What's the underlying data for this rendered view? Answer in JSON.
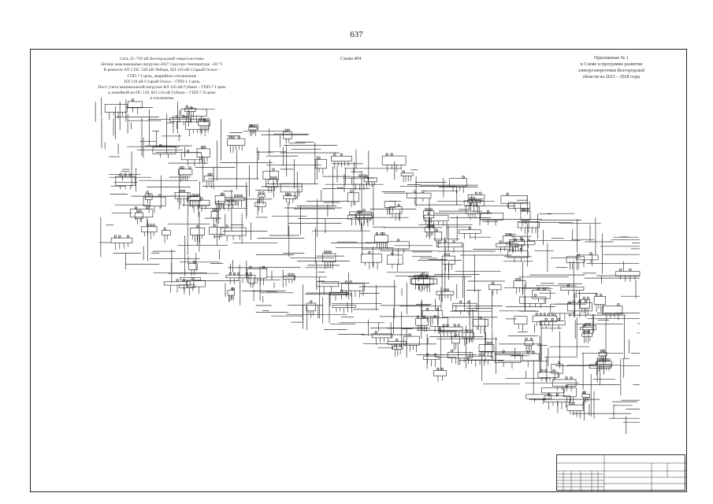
{
  "page": {
    "number": "637"
  },
  "left_caption": [
    "Сеть 35–750 кВ Белгородской энергосистемы",
    "Летние максимальные нагрузки 2027 года при температуре +30 °С",
    "В ремонте АТ-2 ПС 330 кВ Лебеди, ВЛ 110 кВ Старый Оскол –",
    "ГПП-7 I цепь, аварийное отключение",
    "ВЛ 110 кВ Старый Оскол – ГПП-1 I цепь",
    "Пост учета минимальной нагрузки ВЛ 110 кВ Губкин – ГПП-7 I цепь",
    "в линейной на ПС 110, ВЛ 110 кВ Губкин – ГПП-7 II цепи",
    "в отключены"
  ],
  "scheme_title": "Схема 404",
  "right_caption": [
    "Приложение № 1",
    "к Схеме и программе развития",
    "электроэнергетики Белгородской",
    "области на 2023 – 2028 годы"
  ],
  "stamp": {
    "lines": [
      "",
      "",
      "",
      "",
      ""
    ]
  },
  "colors": {
    "ink": "#111111",
    "line": "#333333"
  }
}
